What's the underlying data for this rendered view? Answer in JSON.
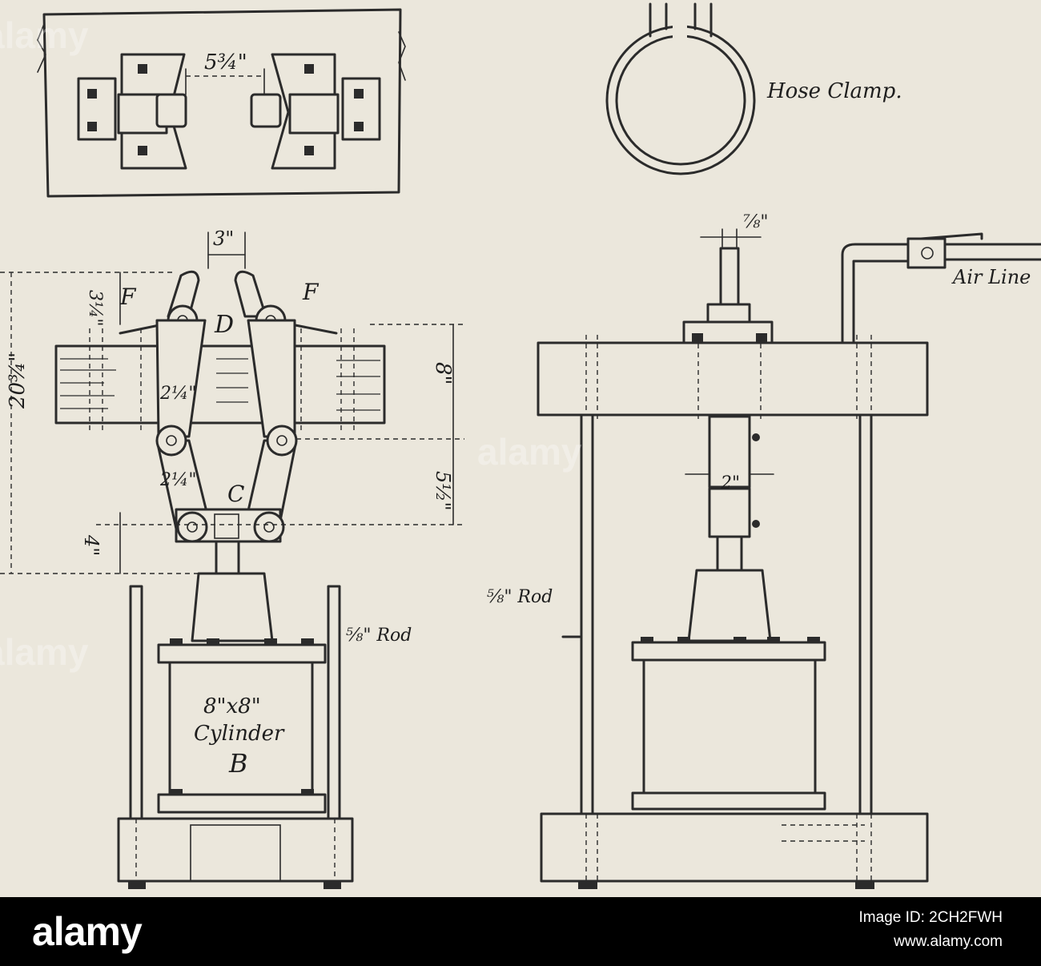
{
  "diagram": {
    "labels": {
      "top_spacing": "5¾\"",
      "hose_clamp": "Hose Clamp.",
      "jaw_gap": "3\"",
      "hook_height": "3¼\"",
      "marker_f_left": "F",
      "marker_f_right": "F",
      "marker_d": "D",
      "link_width_upper": "2¼\"",
      "link_width_lower": "2¼\"",
      "marker_c": "C",
      "overall_height": "20¾\"",
      "timber_depth": "8\"",
      "link_length": "5½\"",
      "lower_drop": "4\"",
      "rod_left": "⅝\" Rod",
      "cylinder_size": "8\"x8\"",
      "cylinder_word": "Cylinder",
      "cylinder_mark": "B",
      "stem_width": "⅞\"",
      "air_line": "Air Line",
      "piston_width": "2\"",
      "rod_side": "⅝\" Rod"
    },
    "watermark": "alamy"
  },
  "footer": {
    "logo": "alamy",
    "image_id": "Image ID: 2CH2FWH",
    "site": "www.alamy.com"
  },
  "colors": {
    "paper": "#ebe7dc",
    "ink": "#2b2b2b",
    "footer": "#000000"
  }
}
